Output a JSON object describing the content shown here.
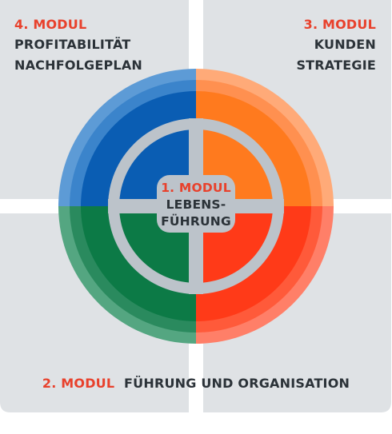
{
  "colors": {
    "panel": "#dfe2e5",
    "gutter": "#ffffff",
    "accent_red": "#e8412c",
    "text_dark": "#2b3238",
    "center_disc": "#bcc3ca",
    "blue_outer": "#5d9bd6",
    "blue_mid": "#3b84cb",
    "blue_inner": "#0a5db3",
    "orange_outer": "#ffaa78",
    "orange_mid": "#ff9050",
    "orange_inner": "#ff7a1e",
    "red_outer": "#ff7f68",
    "red_mid": "#ff5a3a",
    "red_inner": "#ff3a18",
    "green_outer": "#54a681",
    "green_mid": "#2a8a5e",
    "green_inner": "#0c7a46"
  },
  "modules": {
    "m4": {
      "number": "4. MODUL",
      "line1": "PROFITABILITÄT",
      "line2": "NACHFOLGEPLAN"
    },
    "m3": {
      "number": "3. MODUL",
      "line1": "KUNDEN",
      "line2": "STRATEGIE"
    },
    "m2": {
      "number": "2. MODUL",
      "line1": "FÜHRUNG UND ORGANISATION"
    },
    "m1": {
      "number": "1. MODUL",
      "line1": "LEBENS-",
      "line2": "FÜHRUNG"
    }
  }
}
